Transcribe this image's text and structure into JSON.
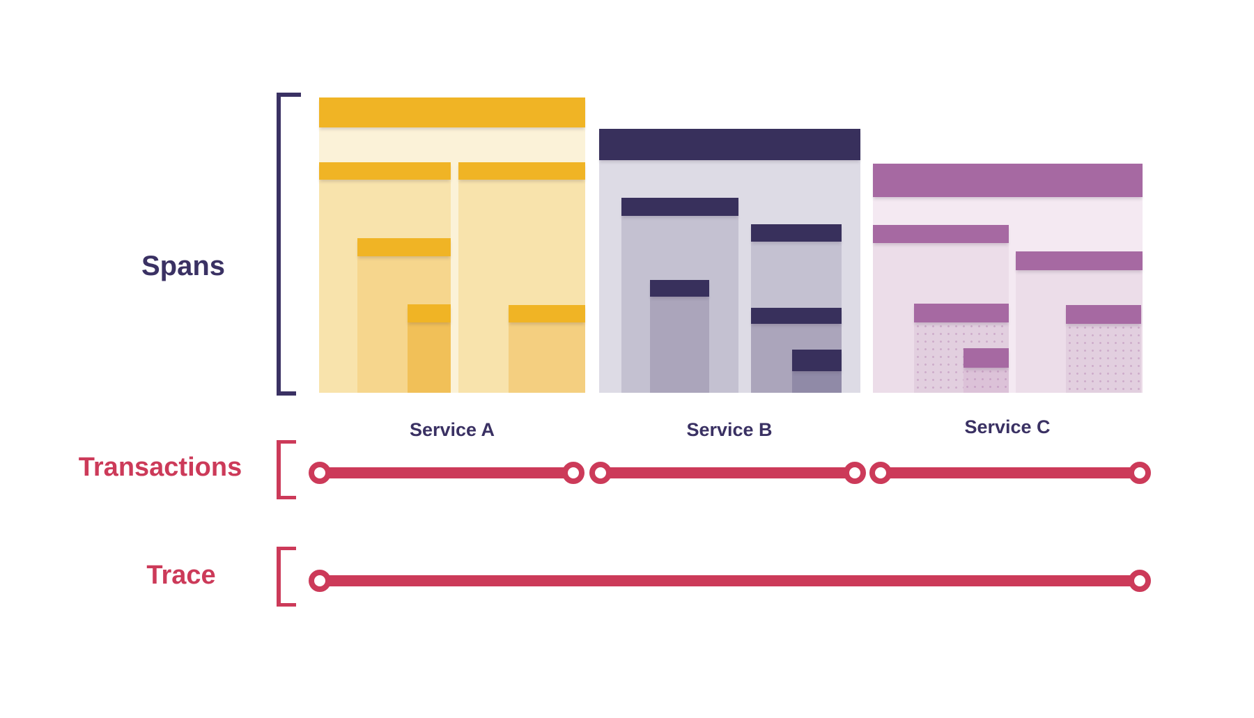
{
  "diagram": {
    "spans_label": "Spans",
    "transactions_label": "Transactions",
    "trace_label": "Trace"
  },
  "services": [
    {
      "label": "Service A",
      "header_color": "#F0B425",
      "body_shades": [
        "#FBF2D8",
        "#F8E3AC",
        "#F6D68D",
        "#F4CF80",
        "#F1C058"
      ],
      "span_count": 6
    },
    {
      "label": "Service B",
      "header_color": "#38305C",
      "body_shades": [
        "#DDDBE5",
        "#C4C1D1",
        "#ABA5BB",
        "#908AA7"
      ],
      "span_count": 6
    },
    {
      "label": "Service C",
      "header_color": "#A669A2",
      "body_shades": [
        "#F4E9F2",
        "#ECDDE9",
        "#E2CFDF",
        "#DCC2D8"
      ],
      "span_count": 6
    }
  ],
  "transactions": [
    {
      "service": "Service A"
    },
    {
      "service": "Service B"
    },
    {
      "service": "Service C"
    }
  ],
  "trace": {
    "covers": [
      "Service A",
      "Service B",
      "Service C"
    ]
  },
  "colors": {
    "accent_crimson": "#CC3A59",
    "label_navy": "#3A3163",
    "background": "#FFFFFF"
  }
}
